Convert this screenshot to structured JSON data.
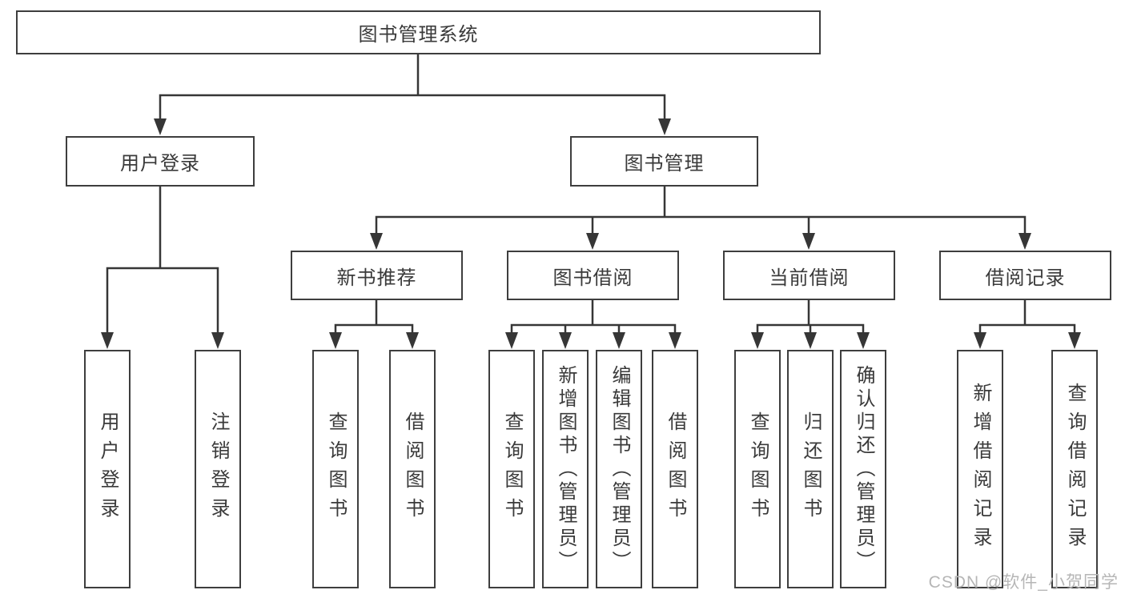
{
  "diagram": {
    "root": {
      "label": "图书管理系统"
    },
    "level2": [
      {
        "id": "user-login",
        "label": "用户登录"
      },
      {
        "id": "book-management",
        "label": "图书管理"
      }
    ],
    "level3": [
      {
        "id": "new-book-recommendation",
        "label": "新书推荐"
      },
      {
        "id": "book-borrowing",
        "label": "图书借阅"
      },
      {
        "id": "current-borrowing",
        "label": "当前借阅"
      },
      {
        "id": "borrowing-records",
        "label": "借阅记录"
      }
    ],
    "leaves": {
      "user_login": [
        {
          "label": "用户登录"
        },
        {
          "label": "注销登录"
        }
      ],
      "new_book_recommendation": [
        {
          "label": "查询图书"
        },
        {
          "label": "借阅图书"
        }
      ],
      "book_borrowing": [
        {
          "label": "查询图书"
        },
        {
          "label": "新增图书（管理员）"
        },
        {
          "label": "编辑图书（管理员）"
        },
        {
          "label": "借阅图书"
        }
      ],
      "current_borrowing": [
        {
          "label": "查询图书"
        },
        {
          "label": "归还图书"
        },
        {
          "label": "确认归还（管理员）"
        }
      ],
      "borrowing_records": [
        {
          "label": "新增借阅记录"
        },
        {
          "label": "查询借阅记录"
        }
      ]
    }
  },
  "watermark": {
    "text": "CSDN @软件_小贺同学"
  },
  "colors": {
    "line": "#363636",
    "border": "#3e3e3e",
    "text": "#3a3a3a",
    "background": "#ffffff",
    "watermark": "#b6b6b6"
  }
}
